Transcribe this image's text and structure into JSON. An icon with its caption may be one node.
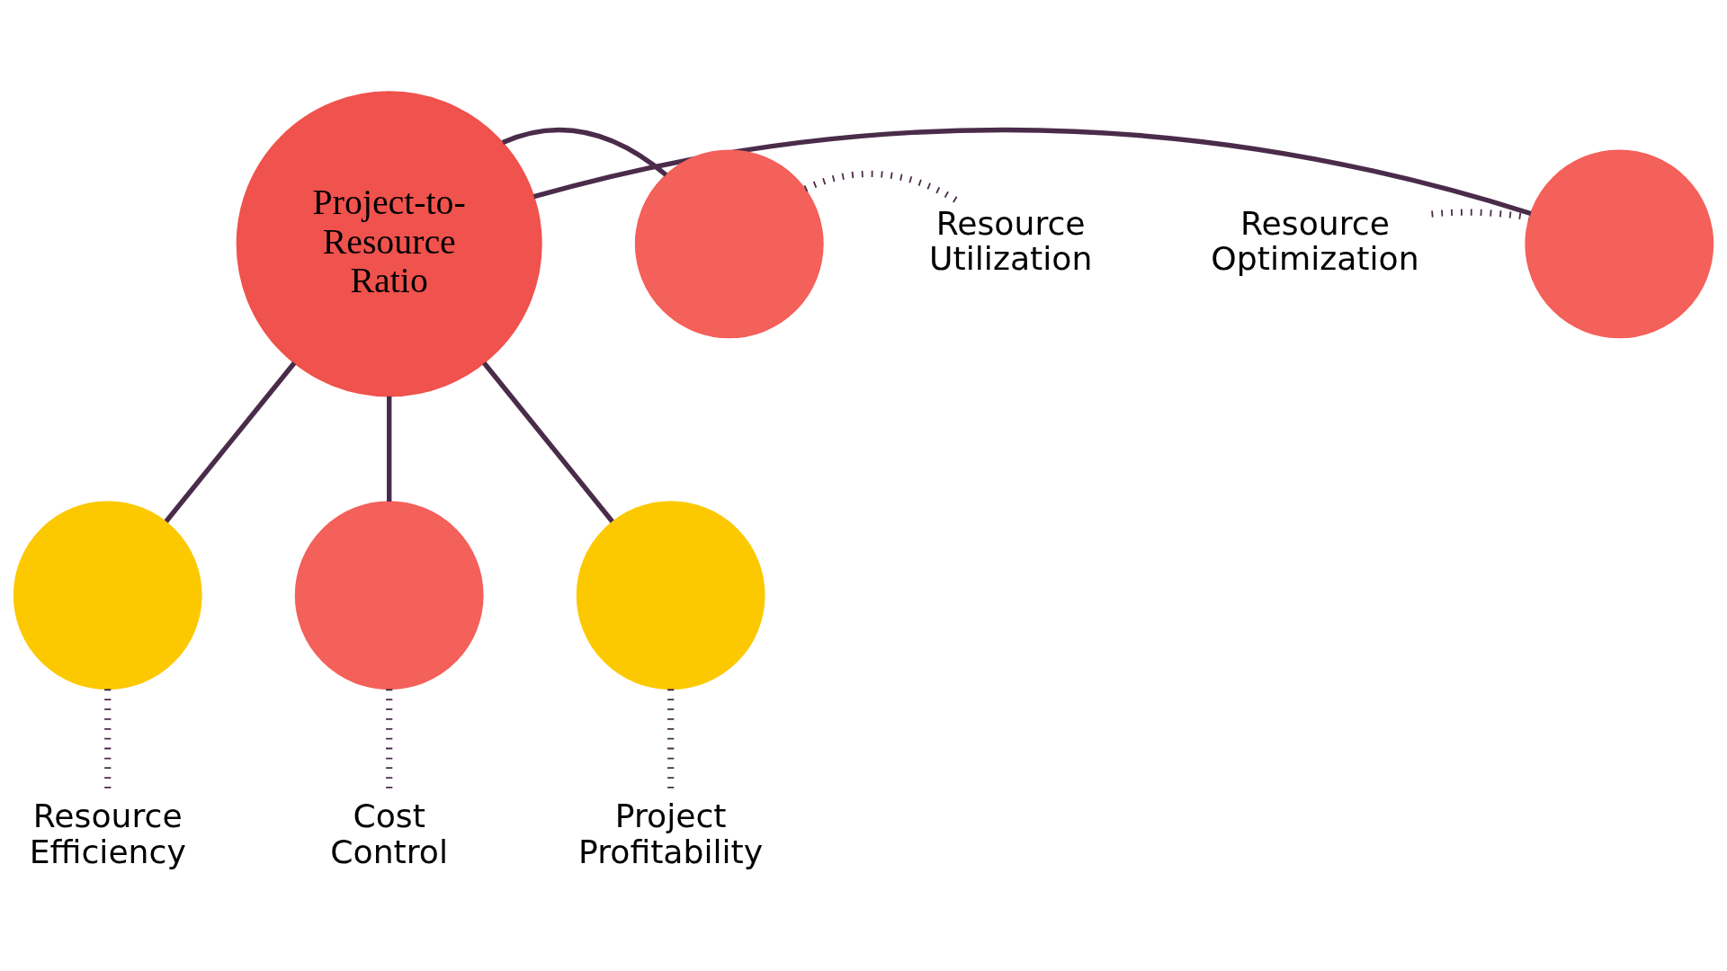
{
  "diagram": {
    "nodes": [
      {
        "text": [
          "Project-to-Resource Ratio"
        ]
      },
      {
        "text": [],
        "shape": "circle"
      },
      {
        "text": [],
        "shape": "circle"
      },
      {
        "text": [],
        "shape": "circle"
      },
      {
        "text": [],
        "shape": "circle"
      },
      {
        "text": [],
        "shape": "circle"
      },
      {
        "text": [
          "Resource Optimization"
        ]
      },
      {
        "text": [
          "Resource Utilization"
        ]
      },
      {
        "text": [
          "Resource Efficiency"
        ]
      },
      {
        "text": [
          "Cost Control"
        ]
      },
      {
        "text": [
          "Project Profitability"
        ]
      }
    ],
    "edges": [
      {
        "from": 0,
        "to": 1,
        "arrow": "none"
      },
      {
        "from": 0,
        "to": 2,
        "arrow": "none"
      },
      {
        "from": 0,
        "to": 3,
        "arrow": "none"
      },
      {
        "from": 0,
        "to": 4,
        "arrow": "none"
      },
      {
        "from": 0,
        "to": 5,
        "arrow": "none"
      },
      {
        "from": 6,
        "to": 1,
        "arrow": "none",
        "style": "dashed"
      },
      {
        "from": 2,
        "to": 7,
        "arrow": "none",
        "style": "dashed"
      },
      {
        "from": 3,
        "to": 8,
        "arrow": "none",
        "style": "dashed"
      },
      {
        "from": 4,
        "to": 9,
        "arrow": "none",
        "style": "dashed"
      },
      {
        "from": 5,
        "to": 10,
        "arrow": "none",
        "style": "dashed"
      }
    ]
  }
}
